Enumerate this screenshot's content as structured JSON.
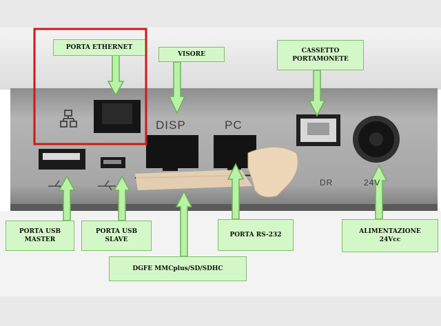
{
  "labels": {
    "ethernet": "PORTA ETHERNET",
    "display": "VISORE",
    "cash_drawer_line1": "CASSETTO",
    "cash_drawer_line2": "PORTAMONETE",
    "usb_master_line1": "PORTA USB",
    "usb_master_line2": "MASTER",
    "usb_slave_line1": "PORTA USB",
    "usb_slave_line2": "SLAVE",
    "rs232": "PORTA RS-232",
    "power_line1": "ALIMENTAZIONE",
    "power_line2": "24Vcc",
    "dgfe": "DGFE MMCplus/SD/SDHC"
  },
  "etched": {
    "disp": "DISP",
    "pc": "PC",
    "dr": "DR",
    "volt": "24V"
  },
  "colors": {
    "label_fill": "#d4f7c8",
    "label_border": "#7fbf6a",
    "highlight_box": "#d01818",
    "panel": "#a9a9a9",
    "port": "#121212"
  }
}
